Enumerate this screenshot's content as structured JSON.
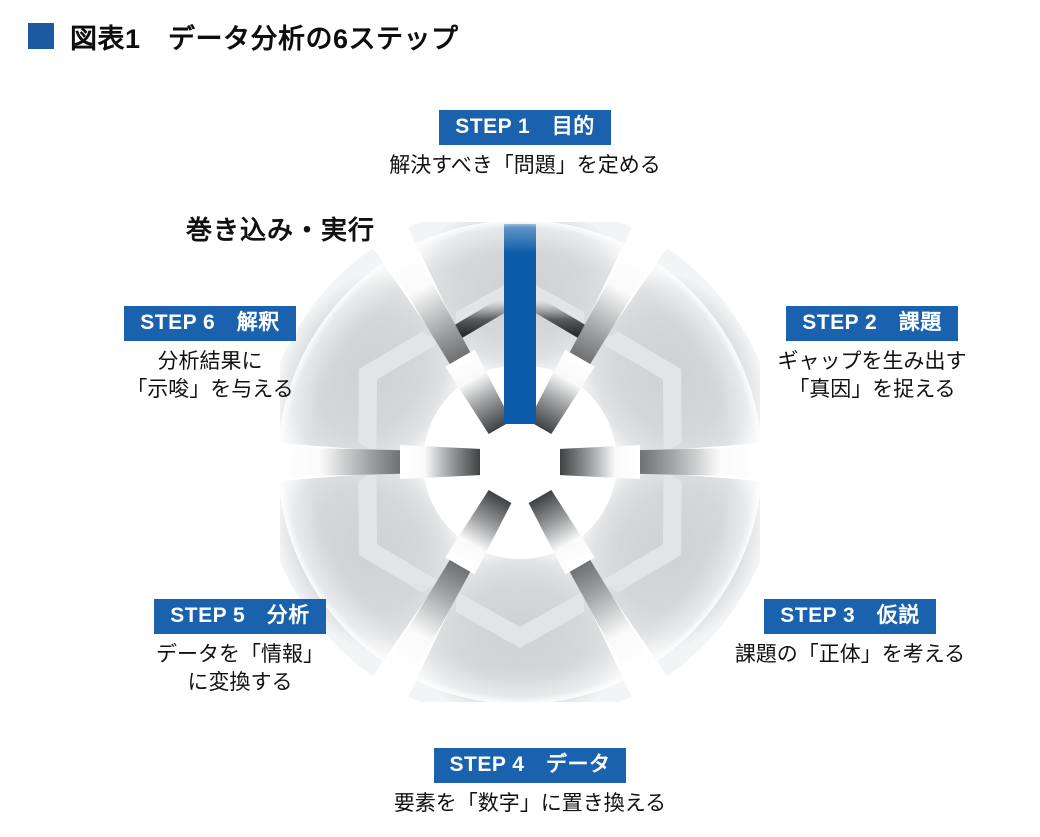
{
  "header": {
    "bullet_color": "#1c5ba0",
    "title": "図表1　データ分析の6ステップ"
  },
  "diagram": {
    "caption_loop": "巻き込み・実行",
    "highlight_color": "#0a5ba8",
    "badge_color": "#1b62ae",
    "wheel": {
      "segments": 6,
      "center_shape": "hexagon",
      "highlighted_spoke": "top"
    },
    "steps": [
      {
        "badge": "STEP 1　目的",
        "desc": "解決すべき「問題」を定める",
        "position": "top"
      },
      {
        "badge": "STEP 2　課題",
        "desc": "ギャップを生み出す\n「真因」を捉える",
        "position": "upper-right"
      },
      {
        "badge": "STEP 3　仮説",
        "desc": "課題の「正体」を考える",
        "position": "lower-right"
      },
      {
        "badge": "STEP 4　データ",
        "desc": "要素を「数字」に置き換える",
        "position": "bottom"
      },
      {
        "badge": "STEP 5　分析",
        "desc": "データを「情報」\nに変換する",
        "position": "lower-left"
      },
      {
        "badge": "STEP 6　解釈",
        "desc": "分析結果に\n「示唆」を与える",
        "position": "upper-left"
      }
    ]
  },
  "chart_data": {
    "type": "diagram",
    "subtype": "cyclic-process-wheel",
    "title": "図表1　データ分析の6ステップ",
    "annotations": [
      "巻き込み・実行"
    ],
    "categories": [
      "STEP 1　目的",
      "STEP 2　課題",
      "STEP 3　仮説",
      "STEP 4　データ",
      "STEP 5　分析",
      "STEP 6　解釈"
    ],
    "values": [
      "解決すべき「問題」を定める",
      "ギャップを生み出す「真因」を捉える",
      "課題の「正体」を考える",
      "要素を「数字」に置き換える",
      "データを「情報」に変換する",
      "分析結果に「示唆」を与える"
    ],
    "legend": [],
    "grid": false
  }
}
